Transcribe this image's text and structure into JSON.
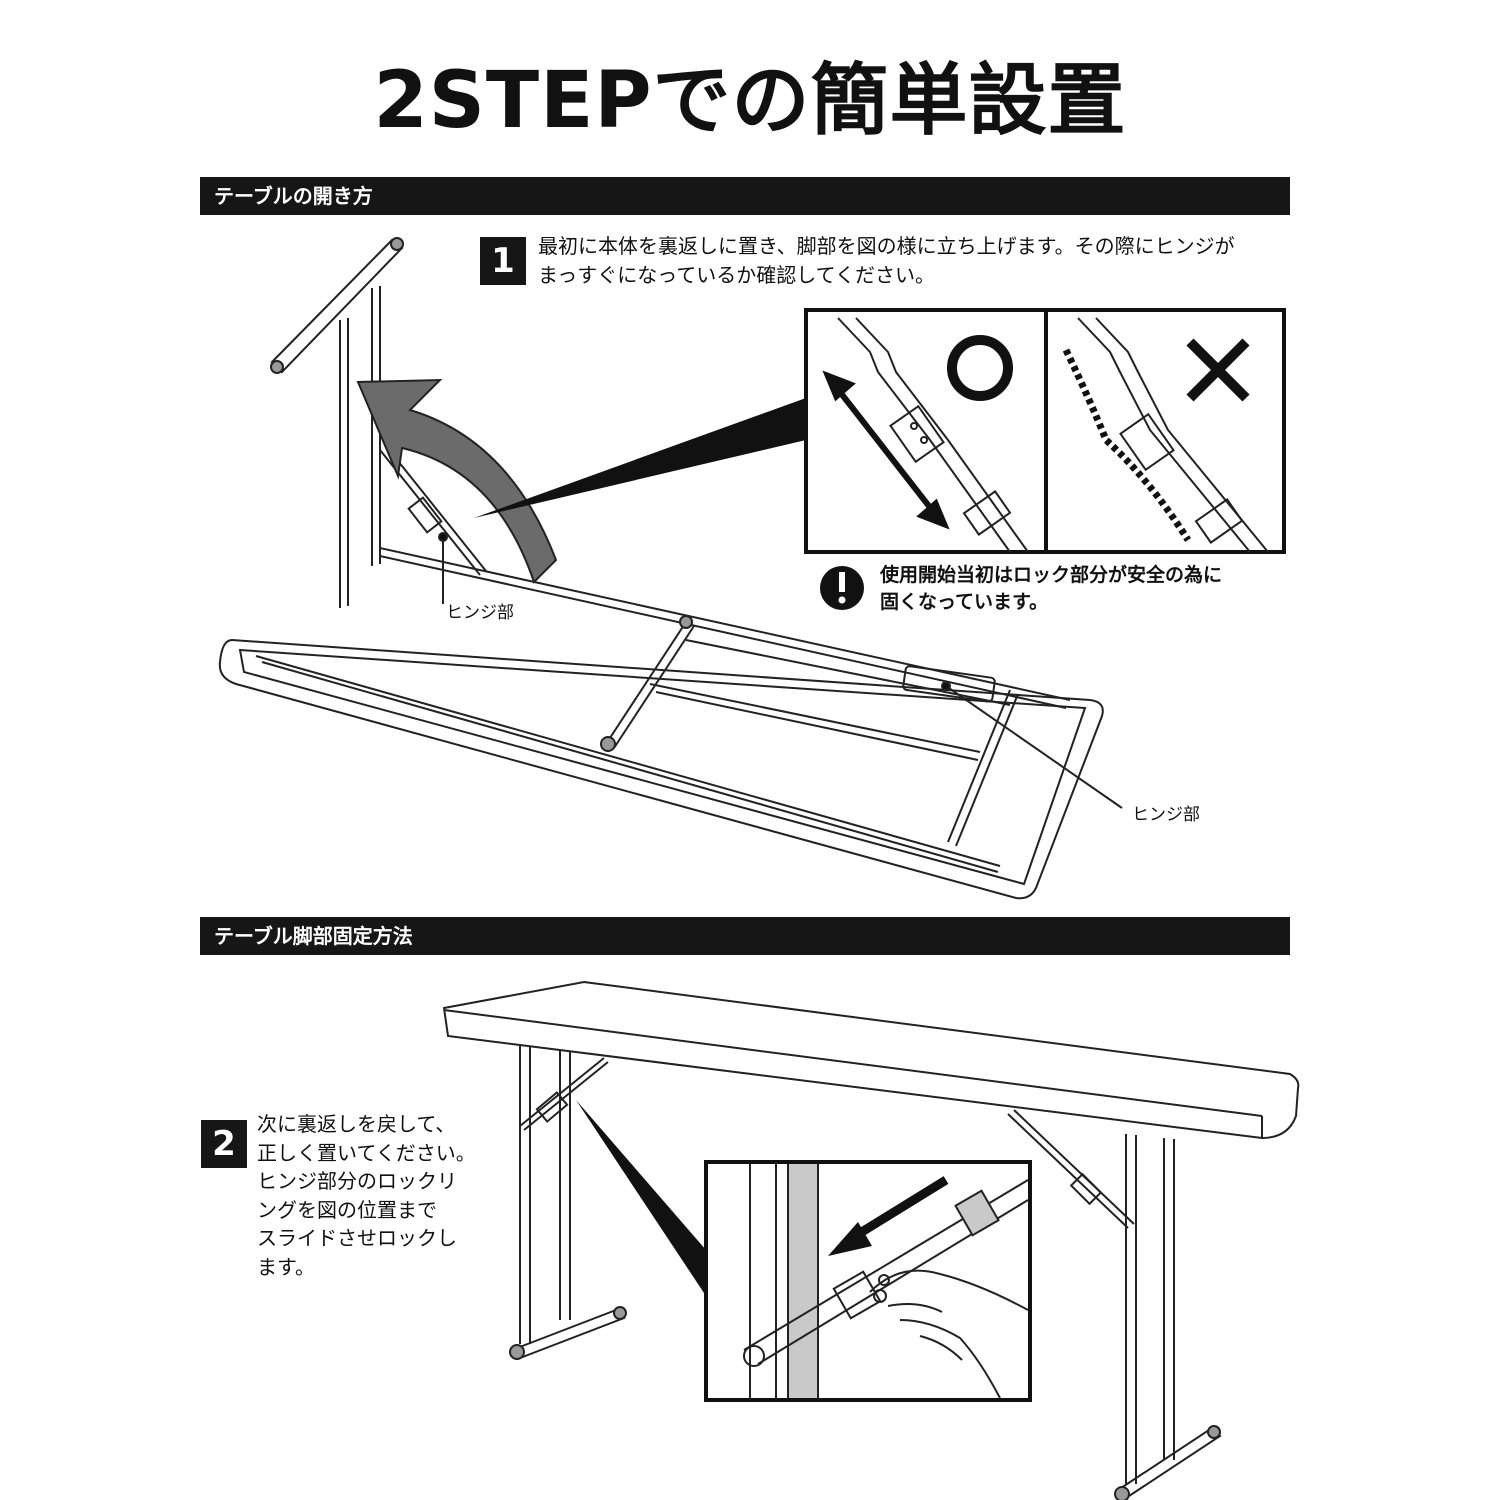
{
  "title": "2STEPでの簡単設置",
  "section1": {
    "heading": "テーブルの開き方",
    "step_number": "1",
    "step_text_line1": "最初に本体を裏返しに置き、脚部を図の様に立ち上げます。その際にヒンジが",
    "step_text_line2": "まっすぐになっているか確認してください。",
    "hinge_label_left": "ヒンジ部",
    "hinge_label_right": "ヒンジ部",
    "warning_line1": "使用開始当初はロック部分が安全の為に",
    "warning_line2": "固くなっています。"
  },
  "section2": {
    "heading": "テーブル脚部固定方法",
    "step_number": "2",
    "step_lines": [
      "次に裏返しを戻して、",
      "正しく置いてください。",
      "ヒンジ部分のロックリ",
      "ングを図の位置まで",
      "スライドさせロックし",
      "ます。"
    ]
  },
  "colors": {
    "bar": "#161616",
    "arrow_gray": "#6b6b6b",
    "leg_highlight": "#c9c9c9"
  }
}
